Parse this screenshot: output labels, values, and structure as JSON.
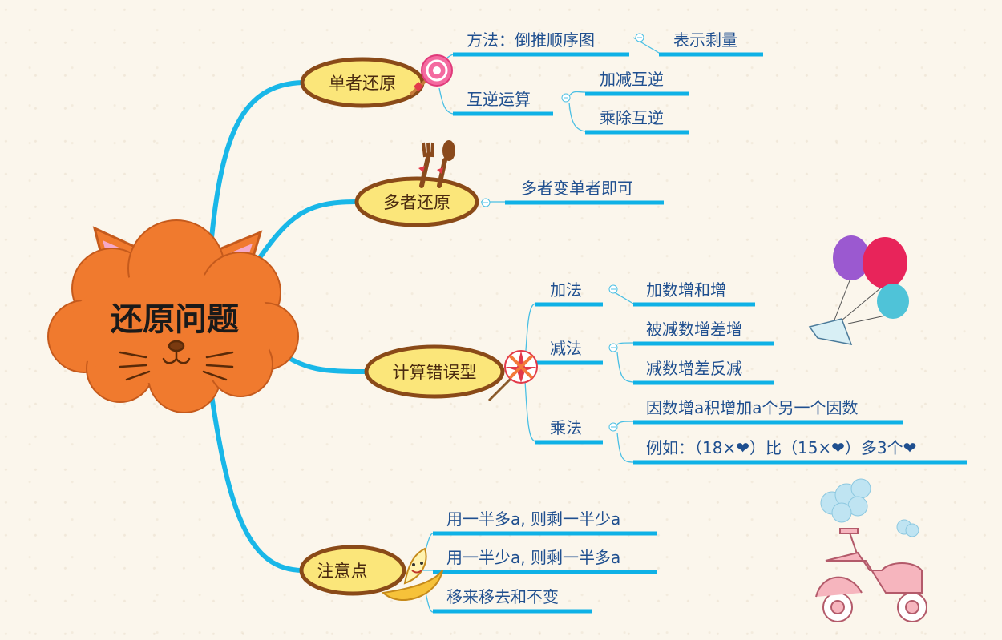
{
  "central": {
    "title": "还原问题"
  },
  "branches": [
    {
      "label": "单者还原",
      "children": [
        {
          "label": "方法：倒推顺序图",
          "children": [
            {
              "label": "表示剩量"
            }
          ]
        },
        {
          "label": "互逆运算",
          "children": [
            {
              "label": "加减互逆"
            },
            {
              "label": "乘除互逆"
            }
          ]
        }
      ]
    },
    {
      "label": "多者还原",
      "children": [
        {
          "label": "多者变单者即可"
        }
      ]
    },
    {
      "label": "计算错误型",
      "children": [
        {
          "label": "加法",
          "children": [
            {
              "label": "加数增和增"
            }
          ]
        },
        {
          "label": "减法",
          "children": [
            {
              "label": "被减数增差增"
            },
            {
              "label": "减数增差反减"
            }
          ]
        },
        {
          "label": "乘法",
          "children": [
            {
              "label": "因数增a积增加a个另一个因数"
            },
            {
              "label": "例如：（18×❤）比（15×❤）多3个❤"
            }
          ]
        }
      ]
    },
    {
      "label": "注意点",
      "children": [
        {
          "label": "用一半多a, 则剩一半少a"
        },
        {
          "label": "用一半少a, 则剩一半多a"
        },
        {
          "label": "移来移去和不变"
        }
      ]
    }
  ],
  "colors": {
    "connector": "#19b7e8",
    "underline": "#0fb1e6",
    "topic_fill": "#fbe67a",
    "topic_border": "#8a4a18",
    "central_fill": "#f07a2e",
    "ear_pink": "#f5a9c8"
  },
  "icons": [
    "lollipop-icon",
    "fork-spoon-icon",
    "candy-icon",
    "banana-icon",
    "balloons-icon",
    "scooter-icon",
    "cloud-icon",
    "collapse-icon"
  ]
}
